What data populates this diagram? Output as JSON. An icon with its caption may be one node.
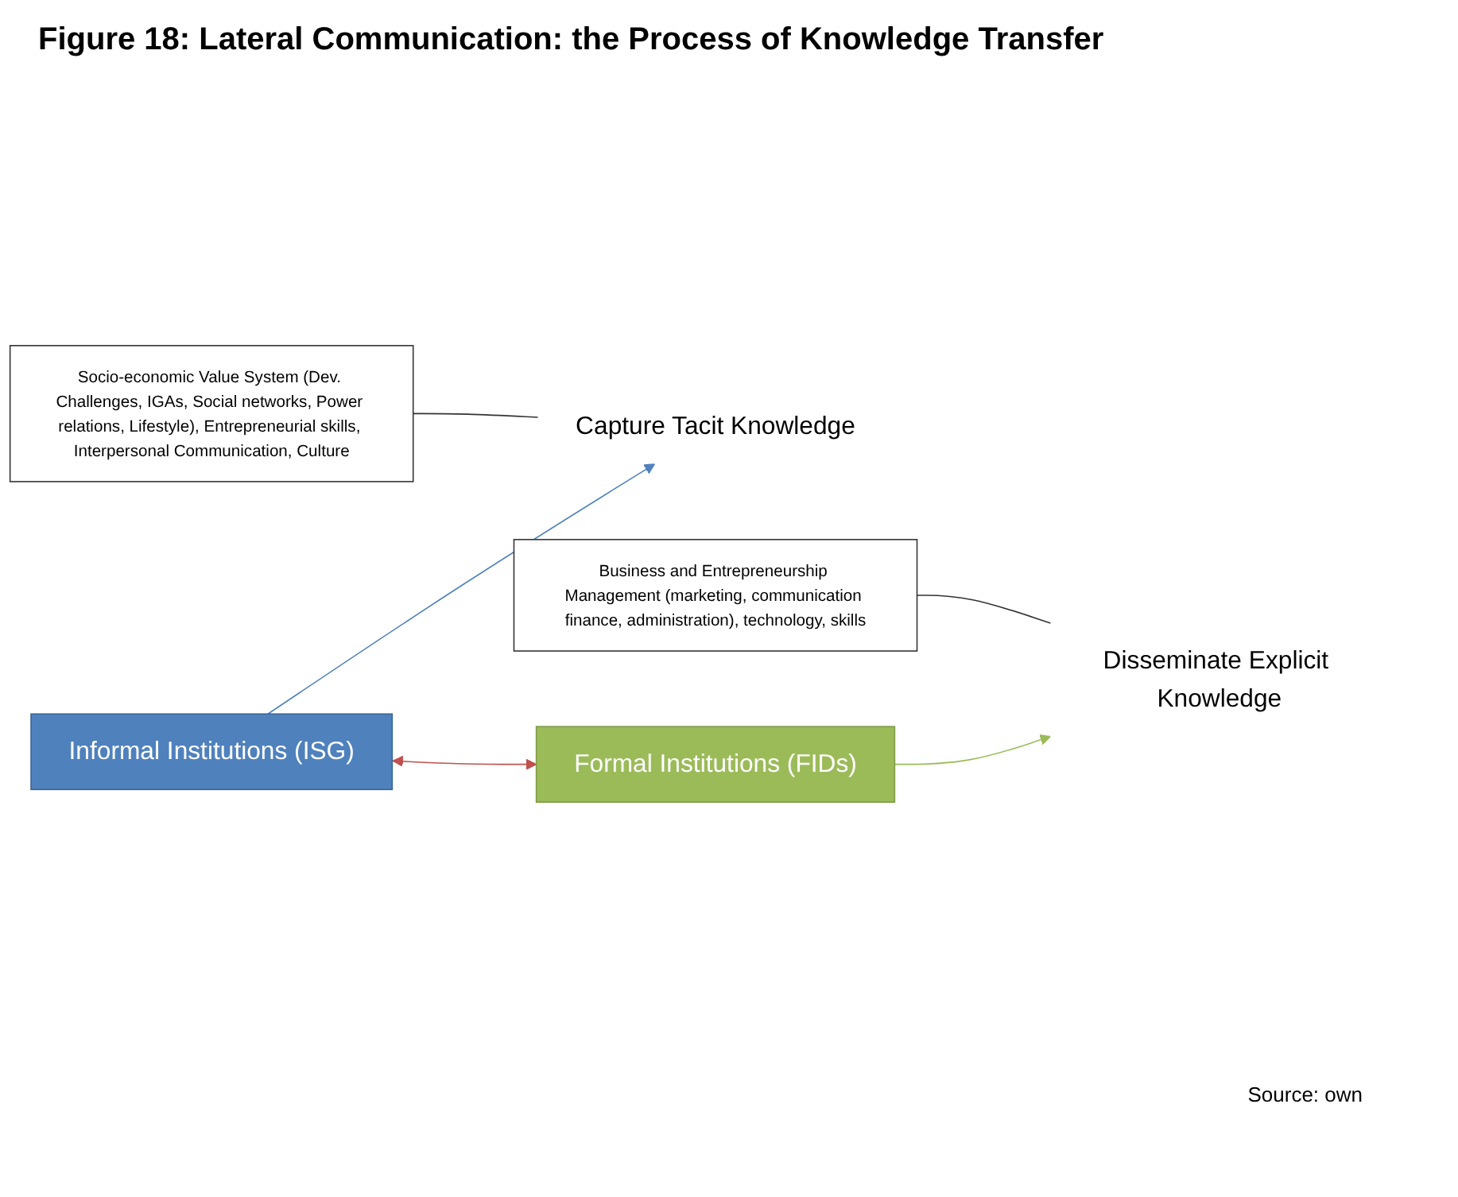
{
  "diagram": {
    "title": "Figure 18: Lateral Communication: the Process of Knowledge Transfer",
    "nodes": [
      {
        "text": [
          "Informal Institutions (ISG)"
        ]
      },
      {
        "text": [
          "Capture Tacit Knowledge"
        ]
      },
      {
        "text": [
          "Formal Institutions (FIDs)"
        ]
      },
      {
        "text": [
          "Disseminate Explicit Knowledge"
        ]
      },
      {
        "text": [
          "Socio-economic Value System (Dev. Challenges, IGAs, Social networks, Power relations, Lifestyle), Entrepreneurial skills, Interpersonal Communication, Culture"
        ]
      },
      {
        "text": [
          "Business and Entrepreneurship Management (marketing, communication finance, administration), technology, skills"
        ]
      }
    ],
    "edges": [
      {
        "from": 0,
        "to": 1,
        "arrow": "to",
        "color": "#4f81bd"
      },
      {
        "from": 0,
        "to": 2,
        "arrow": "both",
        "color": "#c0504d"
      },
      {
        "from": 2,
        "to": 3,
        "arrow": "to",
        "color": "#9bbb59"
      },
      {
        "from": 4,
        "to": 1,
        "arrow": "none"
      },
      {
        "from": 5,
        "to": 3,
        "arrow": "none"
      }
    ],
    "labels": [
      "Source: own"
    ]
  }
}
